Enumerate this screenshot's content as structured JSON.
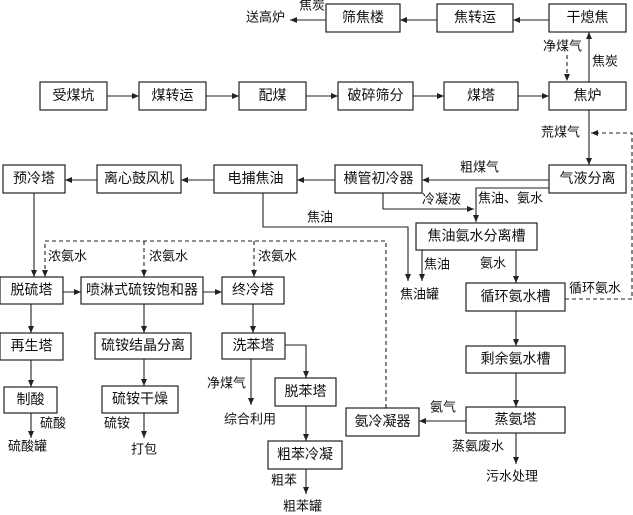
{
  "boxes": {
    "screen_coke": "筛焦楼",
    "coke_transfer": "焦转运",
    "cdq": "干熄焦",
    "coal_pit": "受煤坑",
    "coal_transfer": "煤转运",
    "coal_blend": "配煤",
    "crush_screen": "破碎筛分",
    "coal_tower": "煤塔",
    "coke_oven": "焦炉",
    "precool": "预冷塔",
    "blower": "离心鼓风机",
    "esp": "电捕焦油",
    "primary_cooler": "横管初冷器",
    "gas_liquid_sep": "气液分离",
    "tar_ammonia_sep": "焦油氨水分离槽",
    "desulf": "脱硫塔",
    "saturator": "喷淋式硫铵饱和器",
    "final_cool": "终冷塔",
    "circ_ammonia_tank": "循环氨水槽",
    "regen": "再生塔",
    "crystal_sep": "硫铵结晶分离",
    "benzene_wash": "洗苯塔",
    "surplus_ammonia_tank": "剩余氨水槽",
    "acid_make": "制酸",
    "ams_dry": "硫铵干燥",
    "debenzol": "脱苯塔",
    "ammonia_condenser": "氨冷凝器",
    "ammonia_still": "蒸氨塔",
    "crude_benzene_cond": "粗苯冷凝"
  },
  "labels": {
    "to_blast_furnace": "送高炉",
    "coke_top": "焦炭",
    "clean_gas_top": "净煤气",
    "coke_right": "焦炭",
    "raw_gas": "荒煤气",
    "crude_gas": "粗煤气",
    "condensate": "冷凝液",
    "tar_ammonia": "焦油、氨水",
    "tar_esp": "焦油",
    "conc_ammonia_1": "浓氨水",
    "conc_ammonia_2": "浓氨水",
    "conc_ammonia_3": "浓氨水",
    "tar_sep": "焦油",
    "tar_tank": "焦油罐",
    "ammonia_water": "氨水",
    "circ_ammonia": "循环氨水",
    "sulfuric_acid": "硫酸",
    "acid_tank": "硫酸罐",
    "ams": "硫铵",
    "packing": "打包",
    "clean_gas": "净煤气",
    "utilization": "综合利用",
    "ammonia_gas": "氨气",
    "still_waste": "蒸氨废水",
    "wastewater": "污水处理",
    "crude_benzene": "粗苯",
    "crude_benzene_tank": "粗苯罐"
  }
}
